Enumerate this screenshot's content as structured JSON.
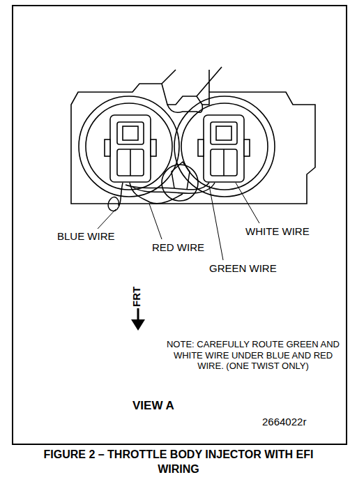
{
  "diagram": {
    "caption": "FIGURE 2 – THROTTLE BODY INJECTOR WITH EFI WIRING",
    "labels": [
      "BLUE WIRE",
      "RED WIRE",
      "WHITE WIRE",
      "GREEN WIRE",
      "FRT",
      "NOTE: CAREFULLY ROUTE GREEN AND WHITE WIRE UNDER BLUE AND RED WIRE. (ONE TWIST ONLY)",
      "VIEW A",
      "2664022r"
    ]
  }
}
